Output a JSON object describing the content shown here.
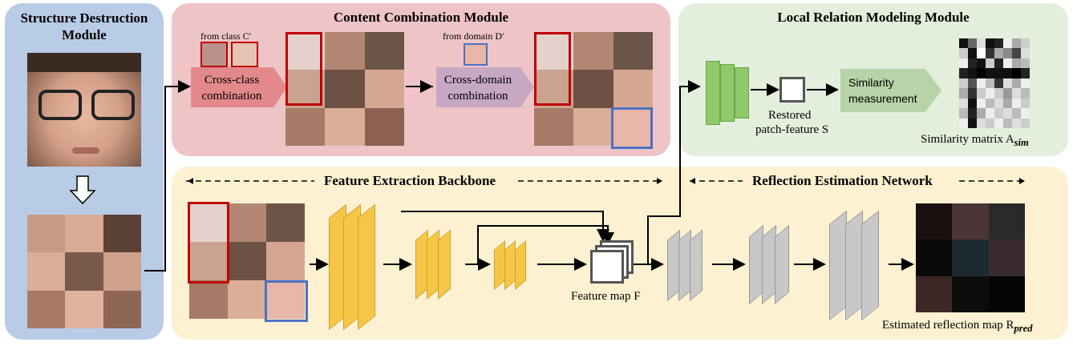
{
  "structure_destruction": {
    "title": "Structure Destruction Module"
  },
  "content_combination": {
    "title": "Content Combination Module",
    "from_class": "from class C′",
    "from_domain": "from domain D′",
    "cross_class": "Cross-class combination",
    "cross_domain": "Cross-domain combination"
  },
  "local_relation": {
    "title": "Local Relation Modeling Module",
    "restored_1": "Restored",
    "restored_2": "patch-feature S",
    "similarity_label": "Similarity measurement",
    "matrix_caption": "Similarity matrix A",
    "matrix_sub": "sim"
  },
  "feature_extraction": {
    "title": "Feature Extraction Backbone",
    "feature_map": "Feature map F"
  },
  "reflection": {
    "title": "Reflection Estimation Network",
    "map_caption": "Estimated reflection map R",
    "map_sub": "pred"
  },
  "colors": {
    "blue_panel": "#b8cbe6",
    "pink_panel": "#f0c4c8",
    "green_panel": "#e4efdf",
    "yellow_panel": "#fdf2d2",
    "red_box": "#c00000",
    "blue_box": "#4a72c4",
    "backbone": "#f5c342",
    "green_block": "#8fca6a",
    "gray_block": "#c8c8c8"
  }
}
